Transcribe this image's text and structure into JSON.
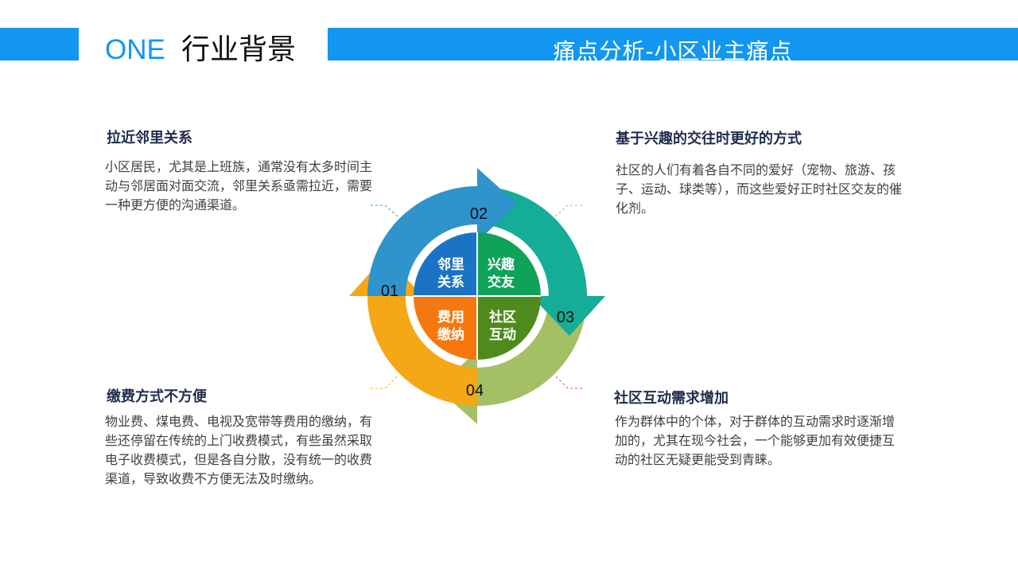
{
  "header": {
    "section_number": "ONE",
    "section_title": "行业背景",
    "banner_text": "痛点分析-小区业主痛点"
  },
  "blocks": [
    {
      "title": "拉近邻里关系",
      "body": "小区居民，尤其是上班族，通常没有太多时间主动与邻居面对面交流，邻里关系亟需拉近，需要一种更方便的沟通渠道。"
    },
    {
      "title": "基于兴趣的交往时更好的方式",
      "body": "社区的人们有着各自不同的爱好（宠物、旅游、孩子、运动、球类等），而这些爱好正时社区交友的催化剂。"
    },
    {
      "title": "缴费方式不方便",
      "body": "物业费、煤电费、电视及宽带等费用的缴纳，有些还停留在传统的上门收费模式，有些虽然采取电子收费模式，但是各自分散，没有统一的收费渠道，导致收费不方便无法及时缴纳。"
    },
    {
      "title": "社区互动需求增加",
      "body": "作为群体中的个体，对于群体的互动需求时逐渐增加的，尤其在现今社会，一个能够更加有效便捷互动的社区无疑更能受到青睐。"
    }
  ],
  "cycle": {
    "arrows": [
      {
        "number": "01",
        "color": "#f5a816"
      },
      {
        "number": "02",
        "color": "#2f93cc"
      },
      {
        "number": "03",
        "color": "#15ac98"
      },
      {
        "number": "04",
        "color": "#a3c065"
      }
    ],
    "quadrants": [
      {
        "line1": "邻里",
        "line2": "关系",
        "color": "#1b73c5"
      },
      {
        "line1": "兴趣",
        "line2": "交友",
        "color": "#0fa35a"
      },
      {
        "line1": "费用",
        "line2": "缴纳",
        "color": "#f4780f"
      },
      {
        "line1": "社区",
        "line2": "互动",
        "color": "#4f8b1c"
      }
    ]
  },
  "colors": {
    "banner": "#1296f0",
    "title_text": "#1f2d4d",
    "body_text": "#404040"
  }
}
